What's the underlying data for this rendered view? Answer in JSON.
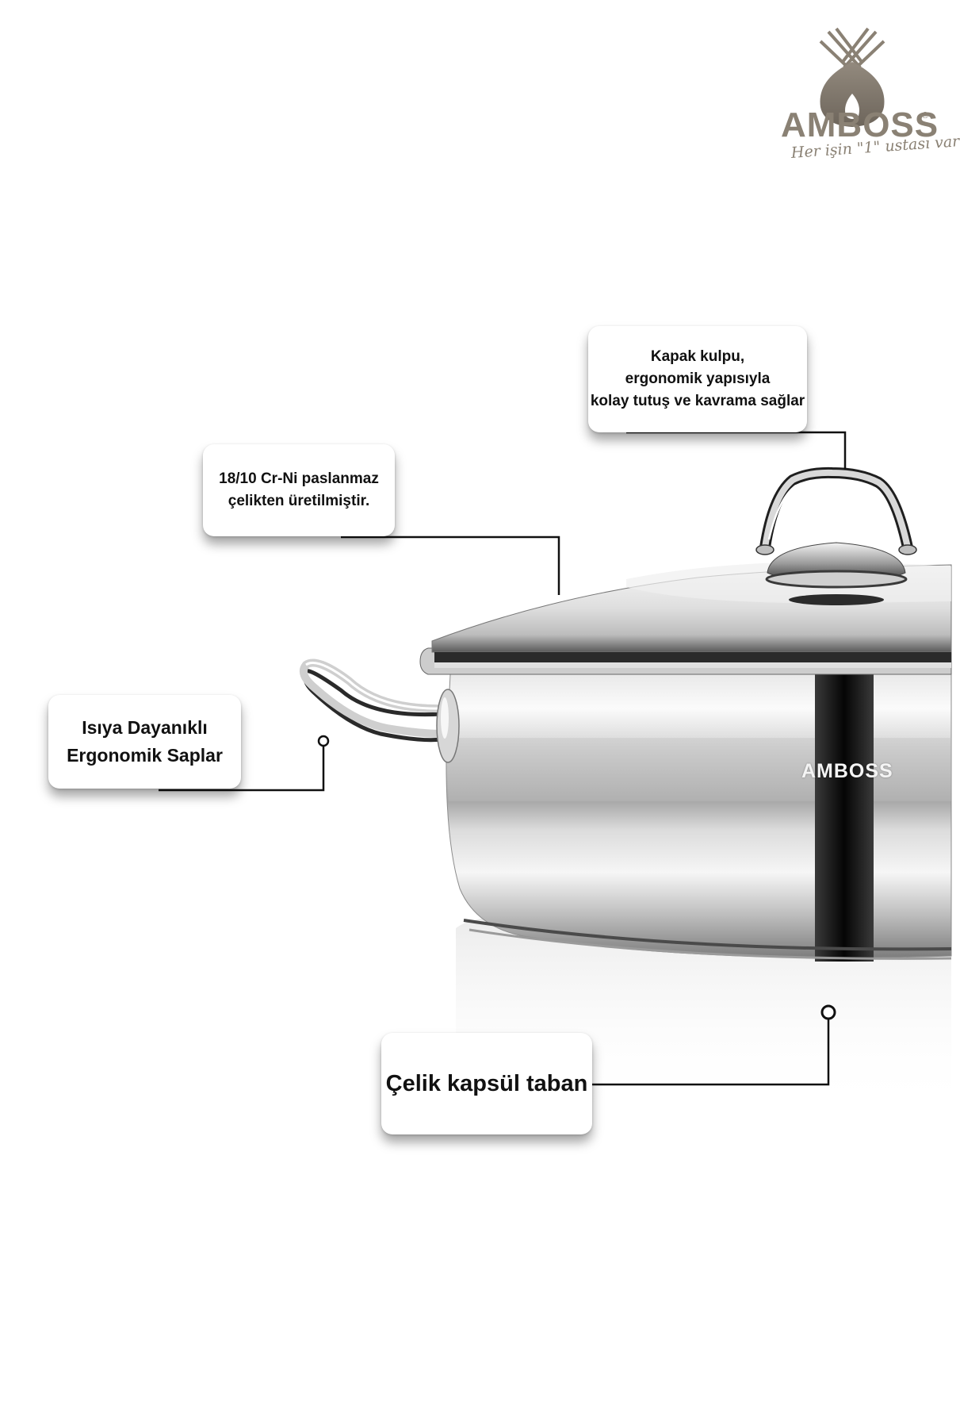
{
  "brand": {
    "name": "AMBOSS",
    "registered_mark": "®",
    "tagline": "Her işin \"1\" ustası var",
    "color": "#8a8174"
  },
  "product_brand_mark": "AMBOSS",
  "callouts": {
    "lid_handle": {
      "lines": [
        "Kapak kulpu,",
        "ergonomik yapısıyla",
        "kolay tutuş ve kavrama sağlar"
      ]
    },
    "material": {
      "lines": [
        "18/10 Cr-Ni paslanmaz",
        "çelikten üretilmiştir."
      ]
    },
    "side_handles": {
      "lines": [
        "Isıya Dayanıklı",
        "Ergonomik Saplar"
      ]
    },
    "base": {
      "lines": [
        "Çelik kapsül taban"
      ]
    }
  },
  "icons": {
    "logo": "pineapple-shaped-logo-icon",
    "pointer": "pointer-dot-icon"
  },
  "colors": {
    "background": "#ffffff",
    "leader_line": "#111111",
    "steel_dark": "#1c1c1c",
    "steel_light": "#f2f2f2"
  }
}
